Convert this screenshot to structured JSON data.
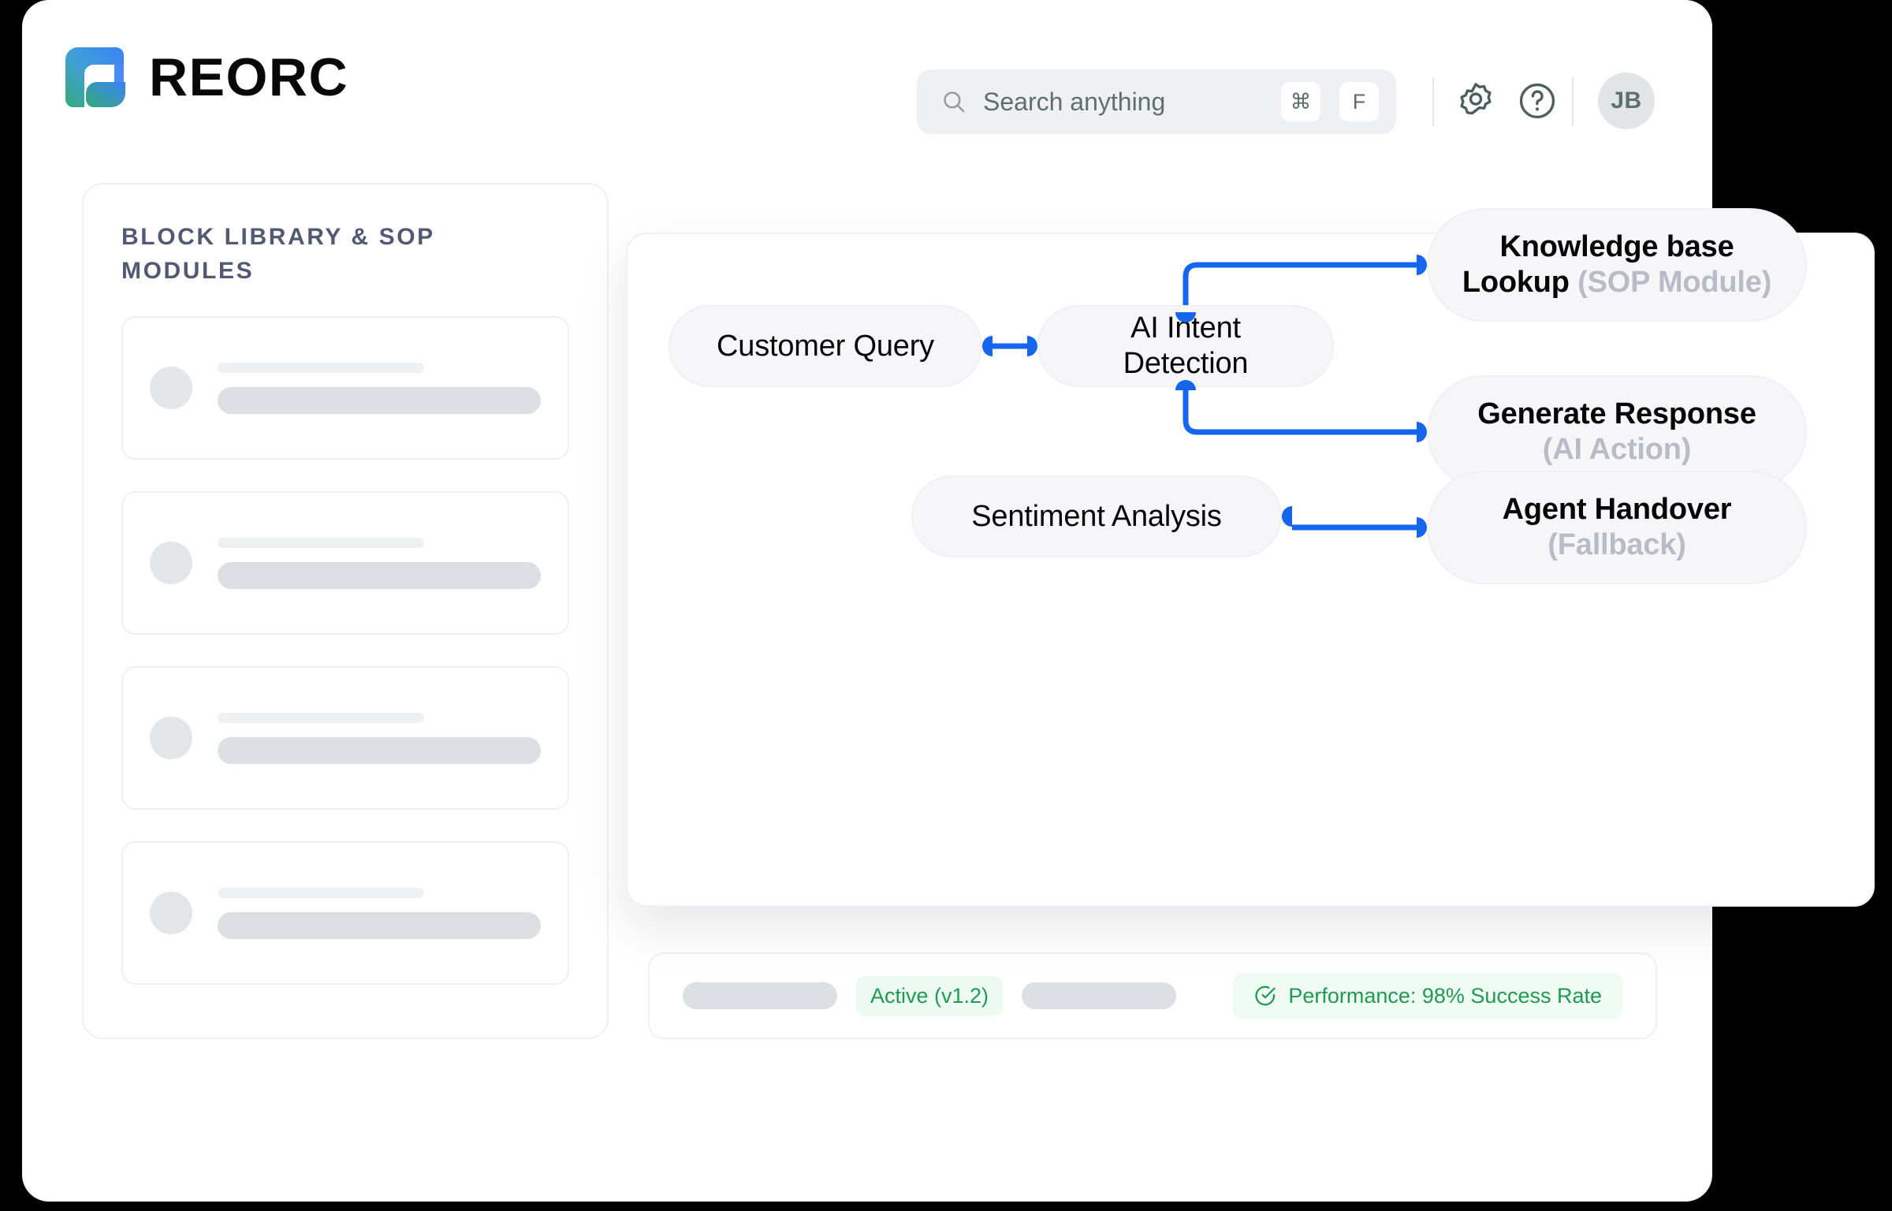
{
  "brand": {
    "name": "REORC",
    "logo_icon": "reorc-logo-mark",
    "gradient_from": "#3b82f6",
    "gradient_to": "#3cae7a"
  },
  "topbar": {
    "search": {
      "placeholder": "Search anything",
      "icon": "search-icon",
      "shortcut_keys": [
        "⌘",
        "F"
      ]
    },
    "settings_icon": "gear-icon",
    "help_icon": "question-circle-icon",
    "avatar_initials": "JB"
  },
  "sidebar": {
    "title": "BLOCK LIBRARY & SOP MODULES",
    "blocks": [
      {
        "id": "block-1"
      },
      {
        "id": "block-2"
      },
      {
        "id": "block-3"
      },
      {
        "id": "block-4"
      }
    ]
  },
  "canvas": {
    "nodes": [
      {
        "id": "customer-query",
        "label": "Customer Query",
        "sub": ""
      },
      {
        "id": "ai-intent-detection",
        "label": "AI Intent Detection",
        "sub": ""
      },
      {
        "id": "knowledge-base-lookup",
        "label": "Knowledge base Lookup",
        "sub": "(SOP Module)"
      },
      {
        "id": "generate-response",
        "label": "Generate Response",
        "sub": "(AI Action)"
      },
      {
        "id": "sentiment-analysis",
        "label": "Sentiment Analysis",
        "sub": ""
      },
      {
        "id": "agent-handover",
        "label": "Agent  Handover",
        "sub": "(Fallback)"
      }
    ],
    "edges": [
      {
        "from": "customer-query",
        "to": "ai-intent-detection"
      },
      {
        "from": "ai-intent-detection",
        "to": "knowledge-base-lookup"
      },
      {
        "from": "ai-intent-detection",
        "to": "generate-response"
      },
      {
        "from": "sentiment-analysis",
        "to": "agent-handover"
      }
    ],
    "edge_color": "#1565ef"
  },
  "statusbar": {
    "status_badge": "Active (v1.2)",
    "performance_text": "Performance: 98% Success Rate",
    "performance_icon": "check-circle-icon",
    "accent_green": "#1f9a52"
  }
}
